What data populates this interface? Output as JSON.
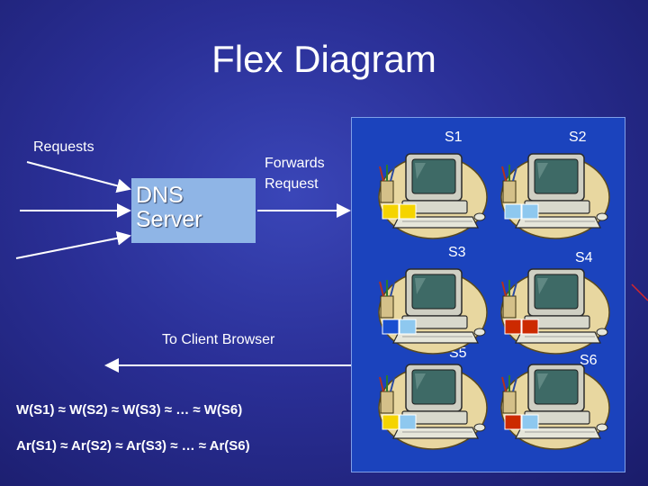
{
  "title": "Flex Diagram",
  "requests_label": "Requests",
  "dns_label": "DNS\nServer",
  "forwards_label": "Forwards\nRequest",
  "client_label": "To Client Browser",
  "formula_w": "W(S1) ≈ W(S2) ≈ W(S3) ≈ … ≈ W(S6)",
  "formula_ar": "Ar(S1) ≈ Ar(S2) ≈ Ar(S3) ≈ … ≈ Ar(S6)",
  "servers": [
    {
      "name": "S1",
      "indicators": [
        "#f5d400",
        "#f5d400"
      ]
    },
    {
      "name": "S2",
      "indicators": [
        "#8ec8ef",
        "#8ec8ef"
      ]
    },
    {
      "name": "S3",
      "indicators": [
        "#1a4fd0",
        "#8ec8ef"
      ]
    },
    {
      "name": "S4",
      "indicators": [
        "#cc2a00",
        "#cc2a00"
      ]
    },
    {
      "name": "S5",
      "indicators": [
        "#f5d400",
        "#8ec8ef"
      ]
    },
    {
      "name": "S6",
      "indicators": [
        "#cc2a00",
        "#8ec8ef"
      ]
    }
  ]
}
